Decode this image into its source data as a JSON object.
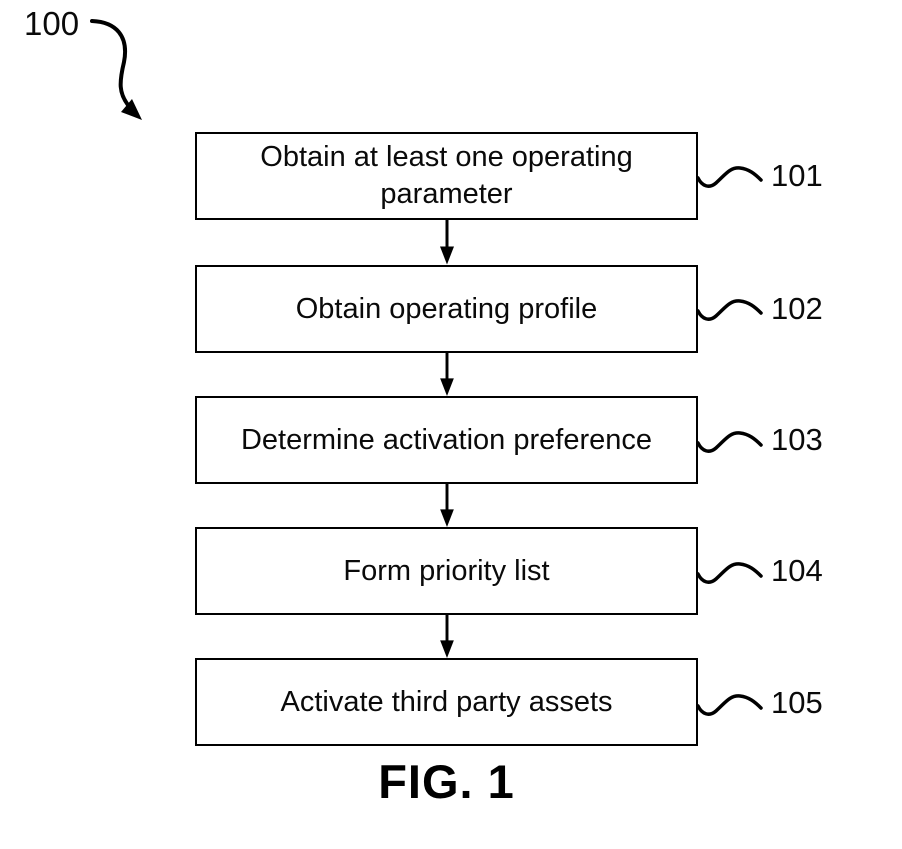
{
  "figure": {
    "diagram_ref": "100",
    "caption": "FIG. 1",
    "steps": [
      {
        "label": "Obtain at least one operating parameter",
        "ref": "101"
      },
      {
        "label": "Obtain operating profile",
        "ref": "102"
      },
      {
        "label": "Determine activation preference",
        "ref": "103"
      },
      {
        "label": "Form priority list",
        "ref": "104"
      },
      {
        "label": "Activate third party assets",
        "ref": "105"
      }
    ],
    "icons": {
      "down_arrow": "flow-down-arrow",
      "squiggle": "reference-squiggle-connector",
      "curved_arrow": "curved-pointer-arrow"
    },
    "colors": {
      "line": "#000000",
      "background": "#ffffff",
      "text": "#0a0a0a"
    }
  }
}
